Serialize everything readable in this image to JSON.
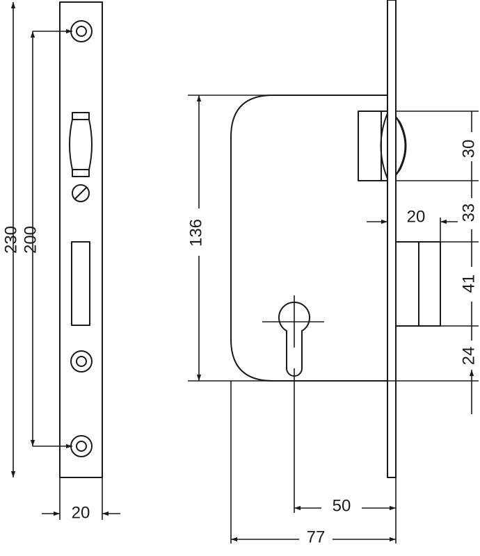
{
  "dimensions": {
    "faceplate_length": "230",
    "screw_spacing": "200",
    "faceplate_width": "20",
    "case_height": "136",
    "latch_height": "30",
    "latch_to_bolt": "33",
    "bolt_throw": "20",
    "bolt_height": "41",
    "bolt_to_cylinder": "24",
    "backset": "50",
    "case_depth": "77"
  }
}
